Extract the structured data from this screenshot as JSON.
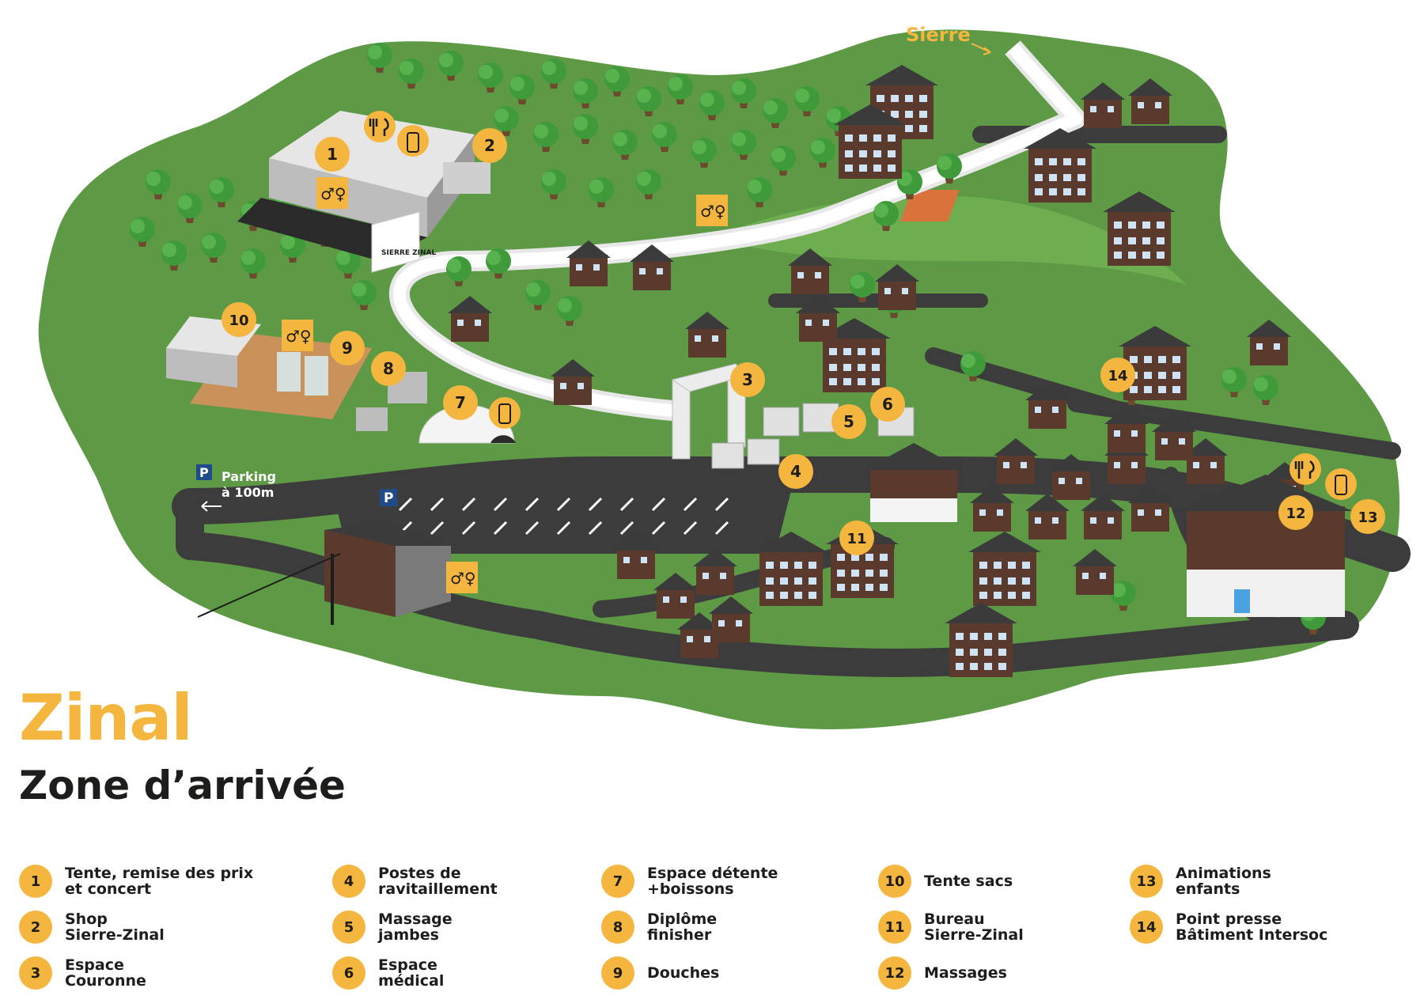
{
  "map": {
    "title": "Zinal",
    "subtitle": "Zone d’arrivée",
    "direction_label": "Sierre",
    "parking_label": "Parking\nà 100m",
    "parking_symbol": "P",
    "banner_text": "SIERRE ZINAL",
    "markers": [
      "1",
      "2",
      "3",
      "4",
      "5",
      "6",
      "7",
      "8",
      "9",
      "10",
      "11",
      "12",
      "13",
      "14"
    ],
    "icons": [
      "restaurant-icon",
      "water-bottle-icon",
      "toilets-icon",
      "parking-icon"
    ]
  },
  "legend": [
    {
      "number": "1",
      "label": "Tente, remise des prix\net concert"
    },
    {
      "number": "2",
      "label": "Shop\nSierre-Zinal"
    },
    {
      "number": "3",
      "label": "Espace\nCouronne"
    },
    {
      "number": "4",
      "label": "Postes de\nravitaillement"
    },
    {
      "number": "5",
      "label": "Massage\njambes"
    },
    {
      "number": "6",
      "label": "Espace\nmédical"
    },
    {
      "number": "7",
      "label": "Espace détente\n+boissons"
    },
    {
      "number": "8",
      "label": "Diplôme\nfinisher"
    },
    {
      "number": "9",
      "label": "Douches"
    },
    {
      "number": "10",
      "label": "Tente sacs"
    },
    {
      "number": "11",
      "label": "Bureau\nSierre-Zinal"
    },
    {
      "number": "12",
      "label": "Massages"
    },
    {
      "number": "13",
      "label": "Animations\nenfants"
    },
    {
      "number": "14",
      "label": "Point presse\nBâtiment Intersoc"
    }
  ],
  "colors": {
    "accent": "#f5b63f",
    "grass": "#5e9a45",
    "grass_light": "#6fae50",
    "road": "#3c3c3c",
    "tree": "#3f9b3a",
    "chalet": "#5a3a2c",
    "roof": "#3b3b3b",
    "tent": "#dcdcdc",
    "text_dark": "#1d1d1b"
  }
}
